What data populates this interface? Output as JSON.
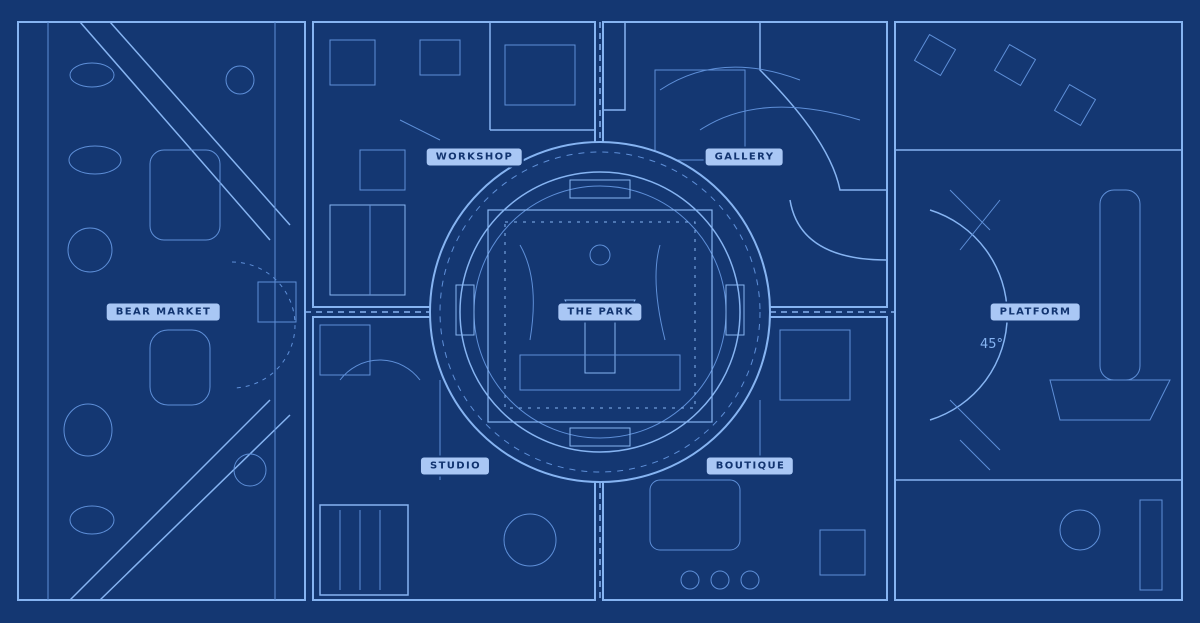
{
  "colors": {
    "background": "#143772",
    "line": "#5e8fd8",
    "line_bright": "#86b4f2",
    "label_bg": "#a9c7f5",
    "label_text": "#123470"
  },
  "districts": [
    {
      "id": "bear-market",
      "label": "BEAR MARKET"
    },
    {
      "id": "workshop",
      "label": "WORKSHOP"
    },
    {
      "id": "gallery",
      "label": "GALLERY"
    },
    {
      "id": "the-park",
      "label": "THE PARK"
    },
    {
      "id": "platform",
      "label": "PLATFORM"
    },
    {
      "id": "studio",
      "label": "STUDIO"
    },
    {
      "id": "boutique",
      "label": "BOUTIQUE"
    }
  ],
  "decor": {
    "degree_mark": "45°"
  }
}
